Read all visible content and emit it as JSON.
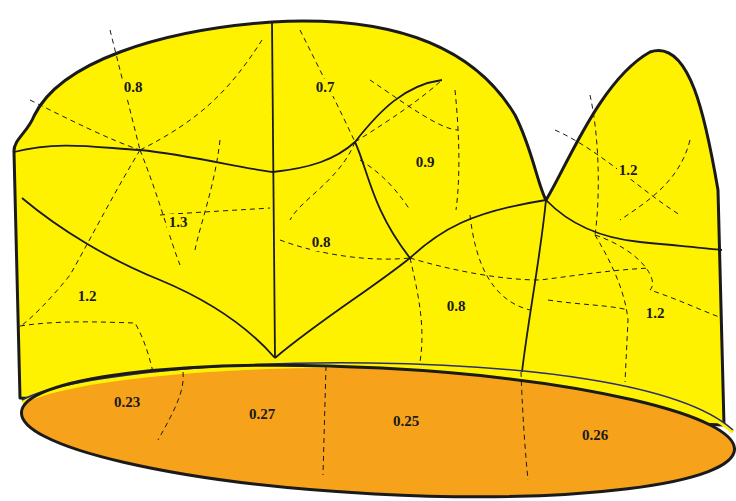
{
  "diagram": {
    "labels": [
      "0.8",
      "0.7",
      "0.9",
      "1.2",
      "1.3",
      "0.8",
      "1.2",
      "0.8",
      "1.2",
      "0.23",
      "0.27",
      "0.25",
      "0.26"
    ]
  }
}
